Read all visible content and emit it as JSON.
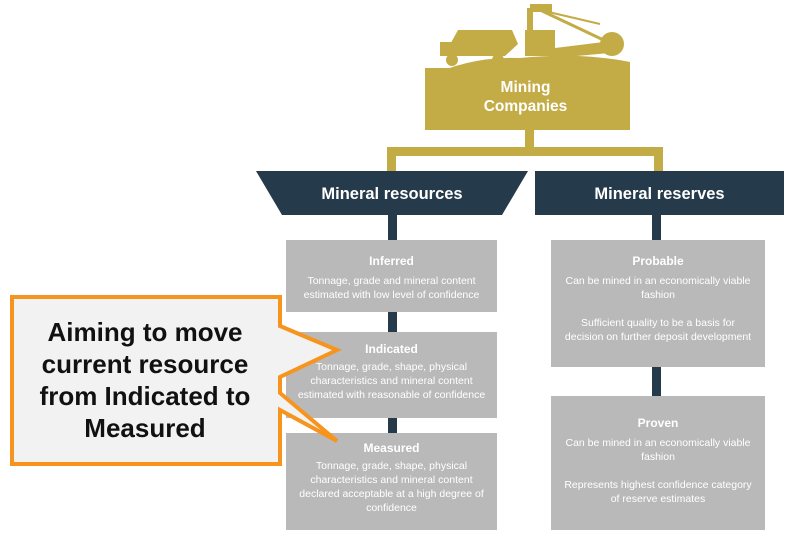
{
  "company": {
    "label_line1": "Mining",
    "label_line2": "Companies"
  },
  "resources": {
    "header": "Mineral resources",
    "items": [
      {
        "title": "Inferred",
        "desc": "Tonnage, grade and mineral content estimated with low level of confidence"
      },
      {
        "title": "Indicated",
        "desc": "Tonnage, grade, shape, physical characteristics and mineral content estimated with reasonable of confidence"
      },
      {
        "title": "Measured",
        "desc": "Tonnage, grade, shape, physical characteristics and mineral content declared acceptable at a high degree of confidence"
      }
    ]
  },
  "reserves": {
    "header": "Mineral reserves",
    "items": [
      {
        "title": "Probable",
        "desc1": "Can be mined in an economically viable fashion",
        "desc2": "Sufficient quality to be a basis for decision on further deposit development"
      },
      {
        "title": "Proven",
        "desc1": "Can be mined in an economically viable fashion",
        "desc2": "Represents highest confidence category of reserve estimates"
      }
    ]
  },
  "callout": {
    "text": "Aiming to move current resource from Indicated to Measured"
  },
  "colors": {
    "gold": "#c3ac46",
    "navy": "#253a4a",
    "box": "#b9b9b9",
    "callout_border": "#f7941d",
    "callout_fill": "#f2f2f2"
  }
}
